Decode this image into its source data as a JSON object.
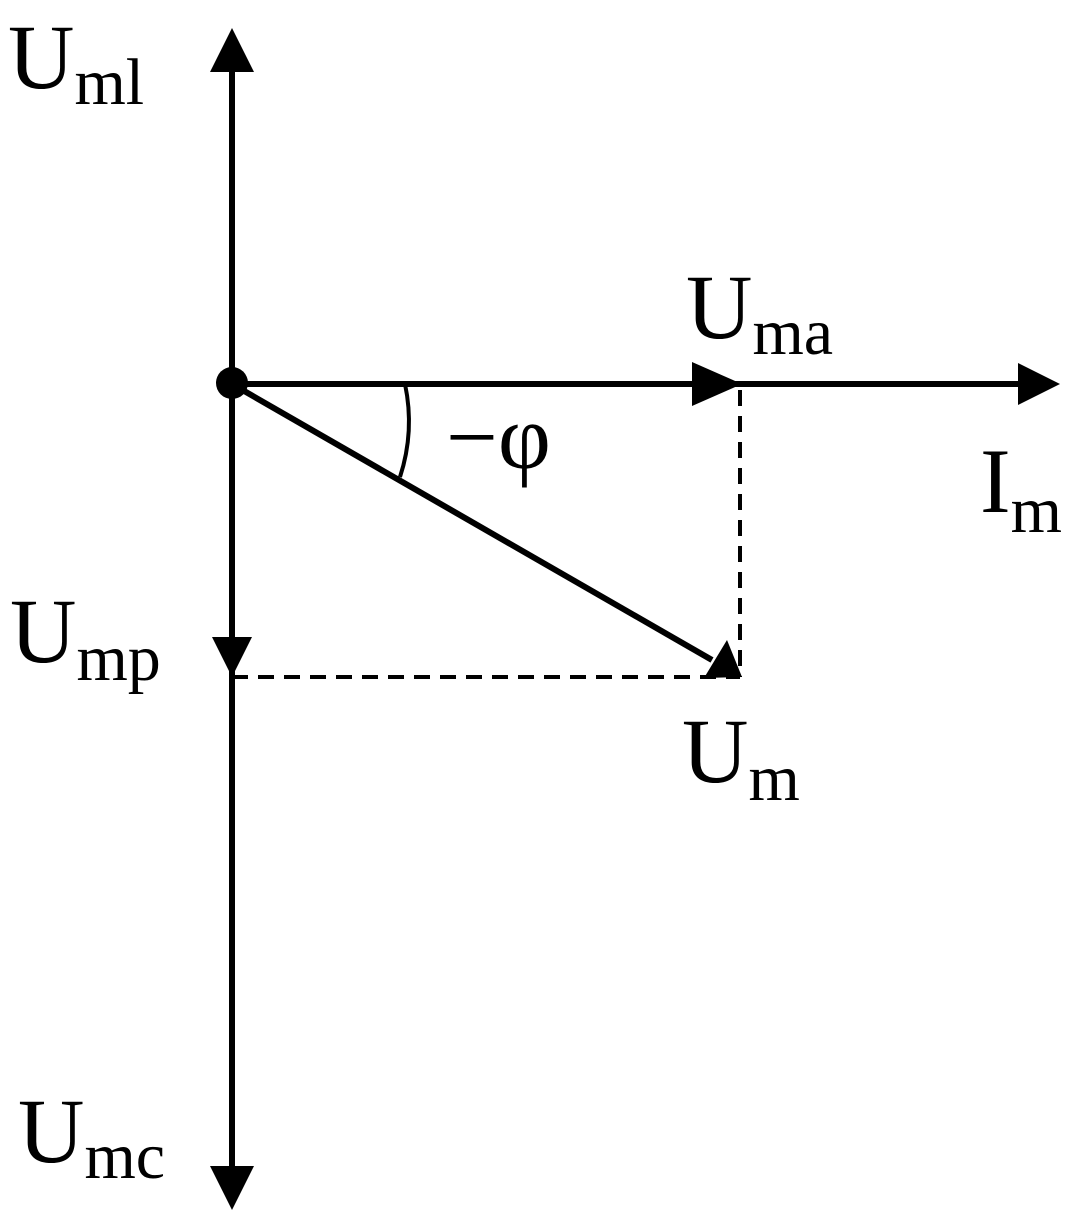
{
  "colors": {
    "stroke": "#000000",
    "background": "#ffffff"
  },
  "labels": {
    "u_ml": {
      "main": "U",
      "sub": "ml"
    },
    "u_ma": {
      "main": "U",
      "sub": "ma"
    },
    "i_m": {
      "main": "I",
      "sub": "m"
    },
    "u_mp": {
      "main": "U",
      "sub": "mp"
    },
    "u_m": {
      "main": "U",
      "sub": "m"
    },
    "u_mc": {
      "main": "U",
      "sub": "mc"
    },
    "phi": "−φ"
  }
}
